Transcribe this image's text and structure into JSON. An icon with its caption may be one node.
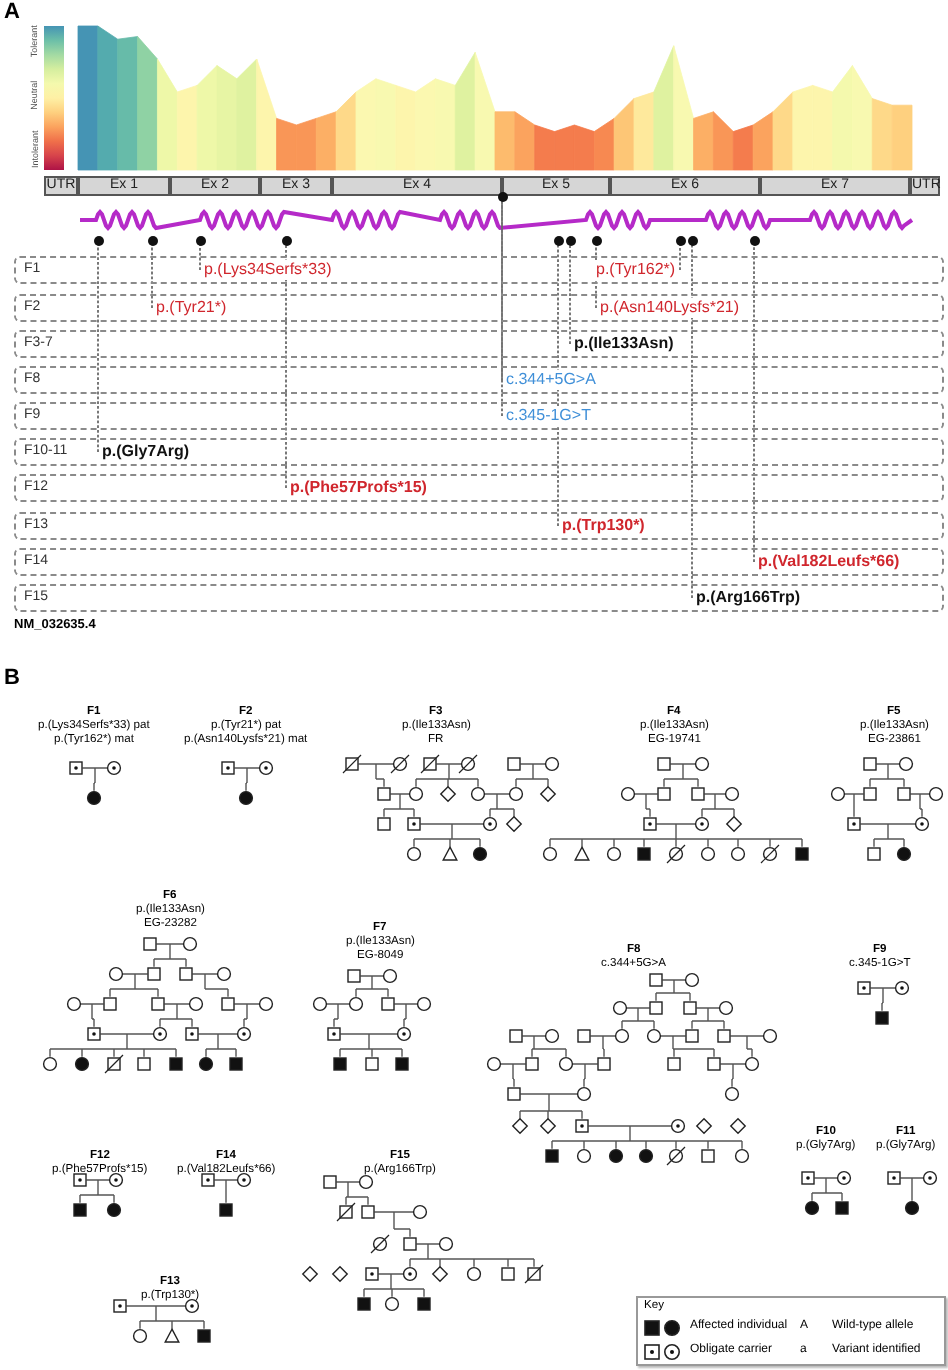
{
  "diagram": {
    "nodes": [
      {
        "text": [
          "UTR"
        ]
      },
      {
        "text": [
          "Ex 1"
        ]
      },
      {
        "text": [
          "Ex 2"
        ]
      },
      {
        "text": [
          "Ex 3"
        ]
      },
      {
        "text": [
          "Ex 4"
        ]
      },
      {
        "text": [
          "Ex 5"
        ]
      },
      {
        "text": [
          "Ex 6"
        ]
      },
      {
        "text": [
          "Ex 7"
        ]
      },
      {
        "text": [
          "UTR"
        ]
      },
      {
        "text": [],
        "shape": "circle"
      },
      {
        "text": [],
        "shape": "circle"
      },
      {
        "text": [],
        "shape": "circle"
      },
      {
        "text": [],
        "shape": "circle"
      },
      {
        "text": [],
        "shape": "circle"
      },
      {
        "text": [],
        "shape": "circle"
      },
      {
        "text": [],
        "shape": "circle"
      },
      {
        "text": [],
        "shape": "circle"
      },
      {
        "text": [],
        "shape": "circle"
      },
      {
        "text": [],
        "shape": "circle"
      },
      {
        "text": [],
        "shape": "circle"
      },
      {
        "text": [
          "F1"
        ]
      },
      {
        "text": [
          "p.(Lys34Serfs*33)"
        ],
        "in": 20
      },
      {
        "text": [
          "p.(Tyr162*)"
        ],
        "in": 20
      },
      {
        "text": [
          "F2"
        ]
      },
      {
        "text": [
          "p.(Tyr21*)"
        ],
        "in": 23
      },
      {
        "text": [
          "p.(Asn140Lysfs*21)"
        ],
        "in": 23
      },
      {
        "text": [
          "F3-7"
        ]
      },
      {
        "text": [
          "p.(Ile133Asn)"
        ],
        "in": 26
      },
      {
        "text": [
          "F8"
        ]
      },
      {
        "text": [
          "c.344+5G>A"
        ],
        "in": 28
      },
      {
        "text": [
          "F9"
        ]
      },
      {
        "text": [
          "c.345-1G>T"
        ],
        "in": 30
      },
      {
        "text": [
          "F10-11"
        ]
      },
      {
        "text": [
          "p.(Gly7Arg)"
        ],
        "in": 32
      },
      {
        "text": [
          "F12"
        ]
      },
      {
        "text": [
          "p.(Phe57Profs*15)"
        ],
        "in": 34
      },
      {
        "text": [
          "F13"
        ]
      },
      {
        "text": [
          "p.(Trp130*)"
        ],
        "in": 36
      },
      {
        "text": [
          "F14"
        ]
      },
      {
        "text": [
          "p.(Val182Leufs*66)"
        ],
        "in": 38
      },
      {
        "text": [
          "F15"
        ]
      },
      {
        "text": [
          "p.(Arg166Trp)"
        ],
        "in": 40
      }
    ],
    "edges": [
      {
        "from": 21,
        "to": 12,
        "arrow": "none"
      },
      {
        "from": 22,
        "to": 17,
        "arrow": "none"
      },
      {
        "from": 24,
        "to": 11,
        "arrow": "none"
      },
      {
        "from": 25,
        "to": 16,
        "arrow": "none"
      },
      {
        "from": 27,
        "to": 15,
        "arrow": "none"
      },
      {
        "from": 29,
        "to": 9,
        "arrow": "none"
      },
      {
        "from": 31,
        "to": 9,
        "arrow": "none"
      },
      {
        "from": 33,
        "to": 10,
        "arrow": "none"
      },
      {
        "from": 35,
        "to": 13,
        "arrow": "none"
      },
      {
        "from": 37,
        "to": 14,
        "arrow": "none"
      },
      {
        "from": 39,
        "to": 19,
        "arrow": "none"
      },
      {
        "from": 41,
        "to": 18,
        "arrow": "none"
      }
    ],
    "labels": [
      "A",
      "Tolerant",
      "Neutral",
      "Intolerant",
      "NM_032635.4",
      "B",
      "F1",
      "p.(Lys34Serfs*33) pat",
      "p.(Tyr162*) mat",
      "F2",
      "p.(Tyr21*) pat",
      "p.(Asn140Lysfs*21) mat",
      "F3",
      "p.(Ile133Asn)",
      "FR",
      "F4",
      "p.(Ile133Asn)",
      "EG-19741",
      "F5",
      "p.(Ile133Asn)",
      "EG-23861",
      "F6",
      "p.(Ile133Asn)",
      "EG-23282",
      "F7",
      "p.(Ile133Asn)",
      "EG-8049",
      "F8",
      "c.344+5G>A",
      "F9",
      "c.345-1G>T",
      "F10",
      "p.(Gly7Arg)",
      "F11",
      "p.(Gly7Arg)",
      "F12",
      "p.(Phe57Profs*15)",
      "F14",
      "p.(Val182Leufs*66)",
      "F15",
      "p.(Arg166Trp)",
      "F13",
      "p.(Trp130*)",
      "Key",
      "A",
      "Wild-type allele",
      "a",
      "Variant identified"
    ],
    "legend": [
      {
        "text": "Affected individual"
      },
      {
        "text": "Obligate carrier"
      }
    ]
  }
}
